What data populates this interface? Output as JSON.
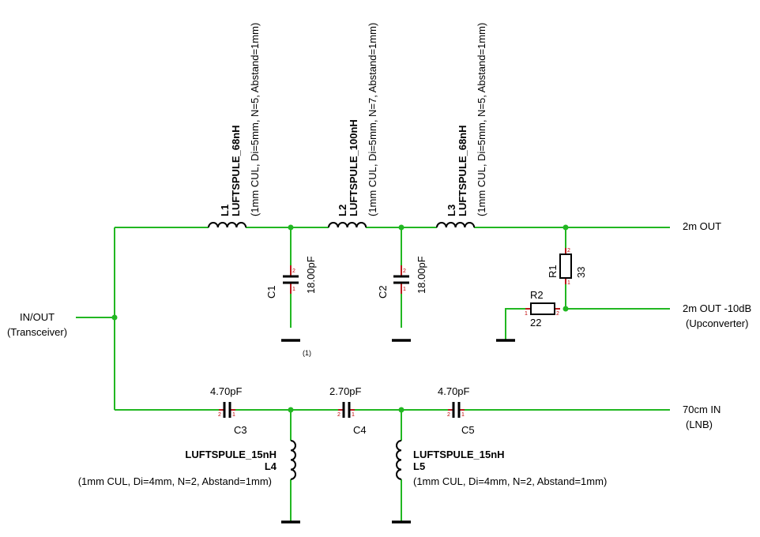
{
  "ports": {
    "in_out": "IN/OUT",
    "in_out_sub": "(Transceiver)",
    "out_2m": "2m OUT",
    "out_2m_10db": "2m OUT -10dB",
    "out_2m_10db_sub": "(Upconverter)",
    "in_70cm": "70cm IN",
    "in_70cm_sub": "(LNB)"
  },
  "components": {
    "L1": {
      "name": "L1",
      "value": "LUFTSPULE_68nH",
      "desc": "(1mm CUL, Di=5mm, N=5, Abstand=1mm)"
    },
    "L2": {
      "name": "L2",
      "value": "LUFTSPULE_100nH",
      "desc": "(1mm CUL, Di=5mm, N=7, Abstand=1mm)"
    },
    "L3": {
      "name": "L3",
      "value": "LUFTSPULE_68nH",
      "desc": "(1mm CUL, Di=5mm, N=5, Abstand=1mm)"
    },
    "L4": {
      "name": "L4",
      "value": "LUFTSPULE_15nH",
      "desc": "(1mm CUL, Di=4mm, N=2, Abstand=1mm)"
    },
    "L5": {
      "name": "L5",
      "value": "LUFTSPULE_15nH",
      "desc": "(1mm CUL, Di=4mm, N=2, Abstand=1mm)"
    },
    "C1": {
      "name": "C1",
      "value": "18.00pF",
      "note": "(1)"
    },
    "C2": {
      "name": "C2",
      "value": "18.00pF"
    },
    "C3": {
      "name": "C3",
      "value": "4.70pF"
    },
    "C4": {
      "name": "C4",
      "value": "2.70pF"
    },
    "C5": {
      "name": "C5",
      "value": "4.70pF"
    },
    "R1": {
      "name": "R1",
      "value": "33"
    },
    "R2": {
      "name": "R2",
      "value": "22"
    }
  },
  "pins": {
    "one": "1",
    "two": "2"
  },
  "colors": {
    "wire": "#22b722",
    "pin_lead": "#b81a1a",
    "pin_label": "#c00000"
  }
}
